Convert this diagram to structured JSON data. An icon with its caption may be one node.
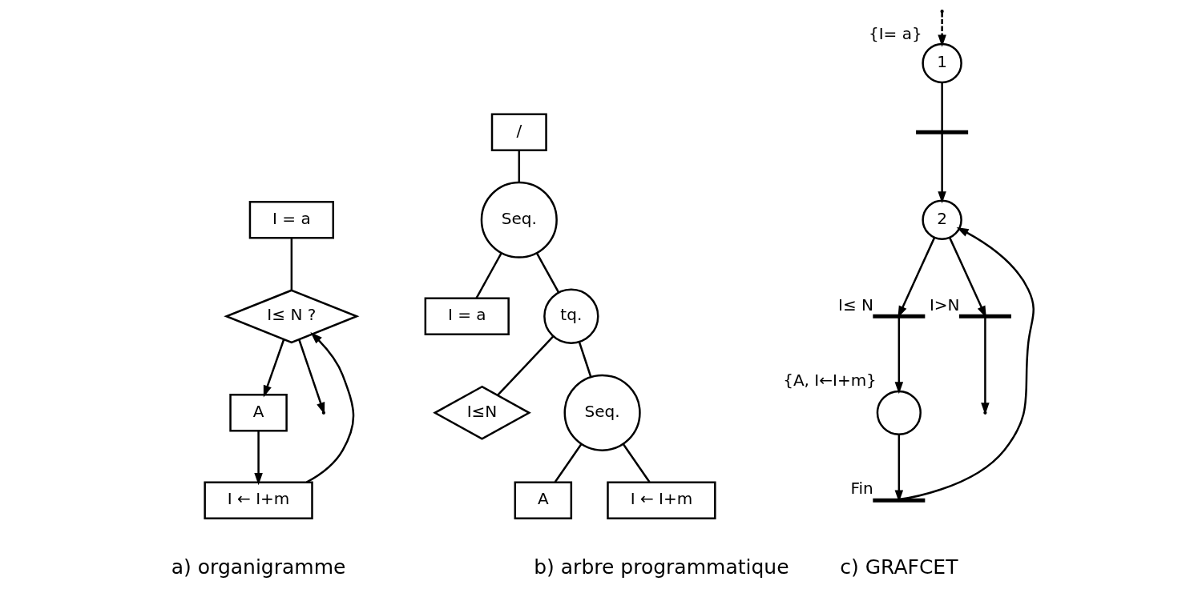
{
  "diagram": {
    "nodes": [
      {
        "text": [
          "I = a"
        ]
      },
      {
        "text": [
          "I≤ N ?"
        ]
      },
      {
        "text": [
          "A"
        ]
      },
      {
        "text": [
          "I ← I+m"
        ]
      },
      {
        "text": [
          "/"
        ]
      },
      {
        "text": [
          "Seq."
        ]
      },
      {
        "text": [
          "I = a"
        ]
      },
      {
        "text": [
          "tq."
        ]
      },
      {
        "text": [
          "I≤N"
        ]
      },
      {
        "text": [
          "Seq."
        ]
      },
      {
        "text": [
          "A"
        ]
      },
      {
        "text": [
          "I ← I+m"
        ]
      },
      {
        "text": [
          "1"
        ],
        "beside": [
          "{I= a}"
        ]
      },
      {
        "text": [],
        "shape": "bar"
      },
      {
        "text": [
          "2"
        ]
      },
      {
        "text": [],
        "shape": "bar",
        "beside": [
          "I≤ N"
        ]
      },
      {
        "text": [],
        "shape": "bar",
        "beside": [
          "I>N"
        ]
      },
      {
        "text": [],
        "shape": "circle",
        "beside": [
          "{A, I←I+m}"
        ]
      },
      {
        "text": [],
        "shape": "bar",
        "beside": [
          "Fin"
        ]
      }
    ],
    "edges": [
      {
        "from": 0,
        "to": 1,
        "arrow": "none"
      },
      {
        "from": 1,
        "to": 2,
        "arrow": "to"
      },
      {
        "from": 2,
        "to": 3,
        "arrow": "to"
      },
      {
        "from": 3,
        "to": 1,
        "arrow": "to"
      },
      {
        "from": 1,
        "to": null,
        "arrow": "to"
      },
      {
        "from": 4,
        "to": 5,
        "arrow": "none"
      },
      {
        "from": 5,
        "to": 6,
        "arrow": "none"
      },
      {
        "from": 5,
        "to": 7,
        "arrow": "none"
      },
      {
        "from": 7,
        "to": 8,
        "arrow": "none"
      },
      {
        "from": 7,
        "to": 9,
        "arrow": "none"
      },
      {
        "from": 9,
        "to": 10,
        "arrow": "none"
      },
      {
        "from": 9,
        "to": 11,
        "arrow": "none"
      },
      {
        "from": null,
        "to": 12,
        "arrow": "to",
        "style": "dashed"
      },
      {
        "from": 12,
        "to": 13,
        "arrow": "none"
      },
      {
        "from": 13,
        "to": 14,
        "arrow": "to"
      },
      {
        "from": 14,
        "to": 15,
        "arrow": "to"
      },
      {
        "from": 14,
        "to": 16,
        "arrow": "to"
      },
      {
        "from": 16,
        "to": null,
        "arrow": "to"
      },
      {
        "from": 15,
        "to": 17,
        "arrow": "to"
      },
      {
        "from": 17,
        "to": 18,
        "arrow": "to"
      },
      {
        "from": 18,
        "to": 14,
        "arrow": "to"
      }
    ],
    "labels": [
      "a) organigramme",
      "b) arbre programmatique",
      "c) GRAFCET"
    ]
  }
}
